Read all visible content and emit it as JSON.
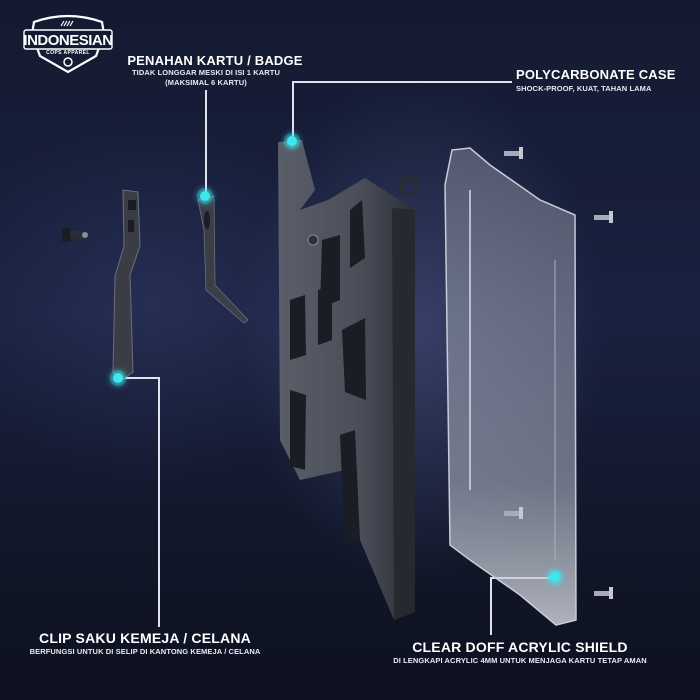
{
  "brand": {
    "name": "INDONESIAN",
    "tagline": "COPS APPAREL"
  },
  "callouts": {
    "badge_holder": {
      "title": "PENAHAN KARTU / BADGE",
      "line1": "TIDAK LONGGAR MESKI DI ISI 1 KARTU",
      "line2": "(MAKSIMAL 6 KARTU)"
    },
    "polycarbonate_case": {
      "title": "POLYCARBONATE CASE",
      "subtitle": "SHOCK-PROOF, KUAT, TAHAN LAMA"
    },
    "clip": {
      "title": "CLIP SAKU KEMEJA / CELANA",
      "subtitle": "BERFUNGSI UNTUK DI SELIP DI KANTONG KEMEJA / CELANA"
    },
    "acrylic_shield": {
      "title": "CLEAR DOFF ACRYLIC SHIELD",
      "subtitle": "DI LENGKAPI ACRYLIC 4MM UNTUK MENJAGA KARTU TETAP AMAN"
    }
  },
  "colors": {
    "background": "#141a30",
    "accent_dot": "#3ee6f0",
    "text": "#ffffff",
    "case": "#4a4e58",
    "acrylic": "#c9ced8"
  }
}
